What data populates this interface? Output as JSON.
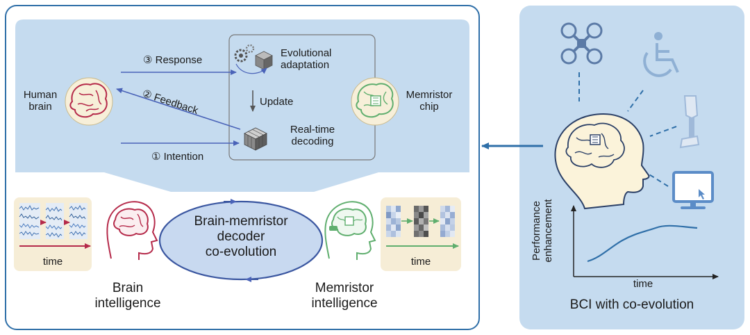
{
  "colors": {
    "panel_blue": "#c5dbef",
    "frame_blue": "#2f6fa8",
    "arrow_blue": "#4a63b8",
    "brain_red": "#b52a4a",
    "chip_green": "#5fae6e",
    "beige": "#f6edd6",
    "ellipse_fill": "#c8d9f0",
    "ellipse_stroke": "#3a56a0"
  },
  "top": {
    "human_brain": {
      "line1": "Human",
      "line2": "brain"
    },
    "response": "③ Response",
    "feedback": "② Feedback",
    "intention": "① Intention",
    "evolutional": {
      "line1": "Evolutional",
      "line2": "adaptation"
    },
    "update": "Update",
    "realtime": {
      "line1": "Real-time",
      "line2": "decoding"
    },
    "memristor_chip": {
      "line1": "Memristor",
      "line2": "chip"
    }
  },
  "bottom": {
    "brain_time": "time",
    "brain_intel": {
      "line1": "Brain",
      "line2": "intelligence"
    },
    "coevo": {
      "line1": "Brain-memristor",
      "line2": "decoder",
      "line3": "co-evolution"
    },
    "mem_intel": {
      "line1": "Memristor",
      "line2": "intelligence"
    },
    "mem_time": "time"
  },
  "right": {
    "ylabel": {
      "line1": "Performance",
      "line2": "enhancement"
    },
    "xlabel": "time",
    "caption": "BCI with co-evolution",
    "icons": [
      "drone-icon",
      "wheelchair-icon",
      "prosthetic-leg-icon",
      "monitor-icon"
    ]
  }
}
